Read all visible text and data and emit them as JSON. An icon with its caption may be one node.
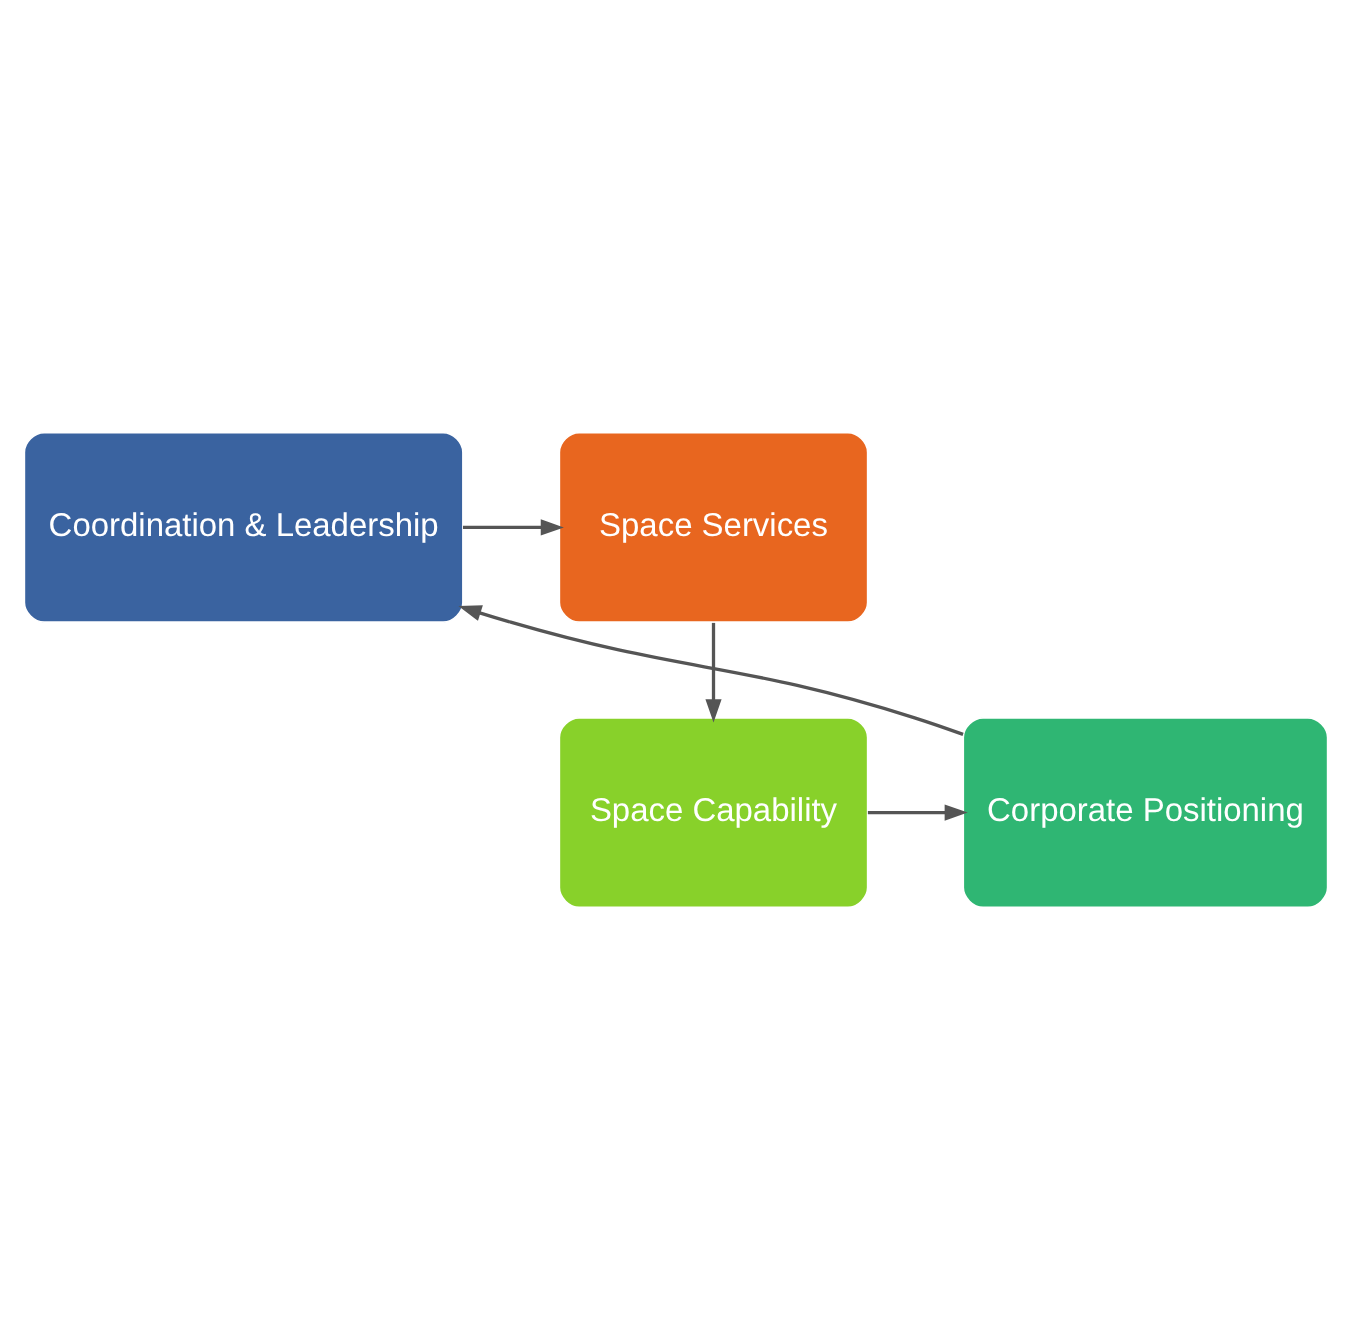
{
  "diagram": {
    "nodes": [
      {
        "text": [
          "Coordination & Leadership"
        ]
      },
      {
        "text": [
          "Space Services"
        ]
      },
      {
        "text": [
          "Space Capability"
        ]
      },
      {
        "text": [
          "Corporate Positioning"
        ]
      }
    ],
    "edges": [
      {
        "from": 0,
        "to": 1,
        "arrow": "to"
      },
      {
        "from": 1,
        "to": 2,
        "arrow": "to"
      },
      {
        "from": 2,
        "to": 3,
        "arrow": "to"
      },
      {
        "from": 3,
        "to": 0,
        "arrow": "to"
      }
    ]
  }
}
